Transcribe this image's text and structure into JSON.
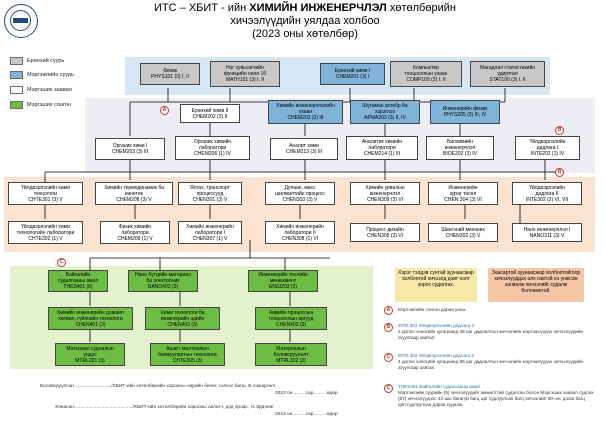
{
  "header": {
    "line1_pre": "ИТС – ХБИТ - ийн ",
    "line1_strong": "ХИМИЙН ИНЖЕНЕРЧЛЭЛ",
    "line1_post": " хөтөлбөрийн",
    "line2": "хичээлүүдийн уялдаа холбоо",
    "line3": "(2023 оны хөтөлбөр)"
  },
  "legend": [
    {
      "label": "Ерөнхий суурь",
      "color": "#c8c8c8"
    },
    {
      "label": "Мэргэжлийн суурь",
      "color": "#7fb3d8"
    },
    {
      "label": "Мэргэших заавал",
      "color": "#ffffff"
    },
    {
      "label": "Мэргэших сонгон",
      "color": "#6dbd45"
    }
  ],
  "courses": {
    "physics": {
      "l1": "Физик",
      "l2": "PHYS101 (3) I, II"
    },
    "math": {
      "l1": "Нэг хувьсагчийн",
      "l2": "функцийн онол 1б",
      "l3": "MATH101 (3) I, II"
    },
    "chem1": {
      "l1": "Ерөнхий хими I",
      "l2": "CHEM201 (3) I"
    },
    "comp": {
      "l1": "Компьютер",
      "l2": "тооцооллын ухаан",
      "l3": "COMP109 (3) I, II"
    },
    "stat": {
      "l1": "Магадлал статистикийн",
      "l2": "удиртгал",
      "l3": "STAT100 (3) I, II"
    },
    "chem2": {
      "l1": "Ерөнхий хими II",
      "l2": "CHEM202 (3) II"
    },
    "chemeng": {
      "l1": "Химийн инженерчлэлийн",
      "l2": "ухаан",
      "l3": "CHEM203 (3) III"
    },
    "shutaman": {
      "l1": "Шүтаман алгебр ба",
      "l2": "хэрэглээ",
      "l3": "APMA203 (3) II, IV"
    },
    "engphys": {
      "l1": "Инженерийн физик",
      "l2": "PHYS205 (3) III, IV"
    },
    "org1": {
      "l1": "Органик хими I",
      "l2": "CHEM203 (3) III"
    },
    "orglab": {
      "l1": "Органик химийн",
      "l2": "лаборатори",
      "l3": "CHEM206 (1) IV"
    },
    "analchem": {
      "l1": "Аналит хими",
      "l2": "CHEM213 (3) III"
    },
    "analeng": {
      "l1": "Аналитик химийн",
      "l2": "лаборатори",
      "l3": "CHEM214 (1) III"
    },
    "biochem": {
      "l1": "Биохимийн",
      "l2": "инженерчлэл",
      "l3": "BIOE202 (3) IV"
    },
    "intern1": {
      "l1": "Үйлдвэрлэлийн",
      "l2": "дадлага I",
      "l3": "INTE202 (1) IV"
    },
    "prodtech": {
      "l1": "Үйлдвэрлэлийн хими",
      "l2": "технологи",
      "l3": "CHTE301 (3) V"
    },
    "thermo": {
      "l1": "Химийн термодинамик ба",
      "l2": "кинетик",
      "l3": "CHEM208 (3) V"
    },
    "transport": {
      "l1": "Ялгах, транспорт",
      "l2": "процессууд",
      "l3": "CHEN301 (3) V"
    },
    "heat": {
      "l1": "Дулаан, масс",
      "l2": "шилжилтийн процесс",
      "l3": "CHEN303 (3) V"
    },
    "reactor": {
      "l1": "Химийн урвалын",
      "l2": "инженерчлэл",
      "l3": "CHEN309 (3) VI"
    },
    "engdraw": {
      "l1": "Инженерийн",
      "l2": "зураг төсөл",
      "l3": "CHEN 304 (3) VI"
    },
    "intern2": {
      "l1": "Үйлдвэрлэлийн",
      "l2": "дадлага II",
      "l3": "INTE302 (2) VI, VII"
    },
    "techlab": {
      "l1": "Үйлдвэрлэлийн хими",
      "l2": "технологийн лаборатори",
      "l3": "CHTE302 (1) V"
    },
    "physchem": {
      "l1": "Физик химийн",
      "l2": "лаборатори",
      "l3": "CHEM209 (1) V"
    },
    "unitlab": {
      "l1": "Химийн инженерийн",
      "l2": "лаборатори I",
      "l3": "CHEN307 (1) V"
    },
    "unitlab2": {
      "l1": "Химийн инженерийн",
      "l2": "лаборатори II",
      "l3": "CHEN308 (1) VI"
    },
    "procdesign": {
      "l1": "Процесс дизайн",
      "l2": "CHEN305 (3) VI"
    },
    "mech": {
      "l1": "Шингэний механик",
      "l2": "CHEN302 (3) V"
    },
    "nano": {
      "l1": "Нано инженерчлэл I",
      "l2": "NANO311 (3) V"
    },
    "sustain": {
      "l1": "Байгалийн",
      "l2": "судалгааны ажил",
      "l3": "THES401 (6)"
    },
    "nanoprod": {
      "l1": "Нано бүтцийн материал",
      "l2": "ба электроник",
      "l3": "NANO402 (3)"
    },
    "engmgmt": {
      "l1": "Инженерийн төслийн",
      "l2": "менежмент",
      "l3": "ENGI203 (3)"
    },
    "env": {
      "l1": "Химийн инженерийн дэвшил",
      "l2": "хөгжил, гүйлсийн технологи",
      "l3": "CHEN401 (3)"
    },
    "heatrec": {
      "l1": "Хими технологи ба",
      "l2": "инженерийн эдийн",
      "l3": "CHEN402 (3)"
    },
    "polymer": {
      "l1": "Химийн процессын",
      "l2": "тооцооллын аргууд",
      "l3": "CHEN403 (3)"
    },
    "materials": {
      "l1": "Материал судлалын",
      "l2": "үндэс",
      "l3": "MTRL201 (3)"
    },
    "sustaintech": {
      "l1": "Ашигт малтмалын",
      "l2": "баяжуулалтын технологи",
      "l3": "CHTE305 (3)"
    },
    "metal": {
      "l1": "Материалын",
      "l2": "боловсруулалт",
      "l3": "MTRL302 (3)"
    }
  },
  "marks": {
    "a": "A",
    "b": "B",
    "c": "C"
  },
  "notes": {
    "yellow": "Хэрэг тэлдэв сунтай зуунаасжар холбоотой хичээлд дэвт нэлт зорох судалгах.",
    "orange": "Заасартой зуунаасжар холбоотойгоор хичээлүүддэх алх нэвтэй нэ унжсэж залвалж хичээлийг судалж болонмотой."
  },
  "explanations": {
    "a_head": "Мэргэжлийн сонгон дараа унаа.",
    "b_title": "INTE 302 Үйлдвэрлэлийн дадлага II",
    "b_text": "2 долоо хоногийн хугацаанд 48 цаг дадлалтын хичээлийн мэргэжлүүдэх хичээлүүдийн агуулгаар хавтал.",
    "c_title": "INTE 302 Үйлдвэрлэлийн дадлага II",
    "c_text": "4 долоо хоногийн хугацаанд 96 цаг дадлалтын хичээлийн мэргэжлүүдэх хичээлүүдийн агуулгаар хавтал.",
    "d_title": "THES401 Байгалийн судалгааны ажил",
    "d_text": "Мэргэжлийн суурийн (5) хичээлүүдийг амжилттай судалсан болон Мэргэших заавал судлах (5Т) хичээлүүдээс 42-аас багагүй багц цаг судлуулсан багц хичээлийг 90-ээс доош багц цагтсудлуулсан дараа судалж."
  },
  "signatures": {
    "s1": "Боловсруулсан .........................../ХБИТ-ийн хөтөлбөрийн хорооны нарийн бичиг, хэлхэс багш, Б.Азжаргал/",
    "s1_date": "2023 он..........сар..........өдөр",
    "s2": "Хянасан............................................/ХБИТ-ийн хөтөлбөрийн хорооны ахлагч, дэд проф., Н.Эрдэни/",
    "s2_date": "2023 он..........сар..........өдөр"
  }
}
